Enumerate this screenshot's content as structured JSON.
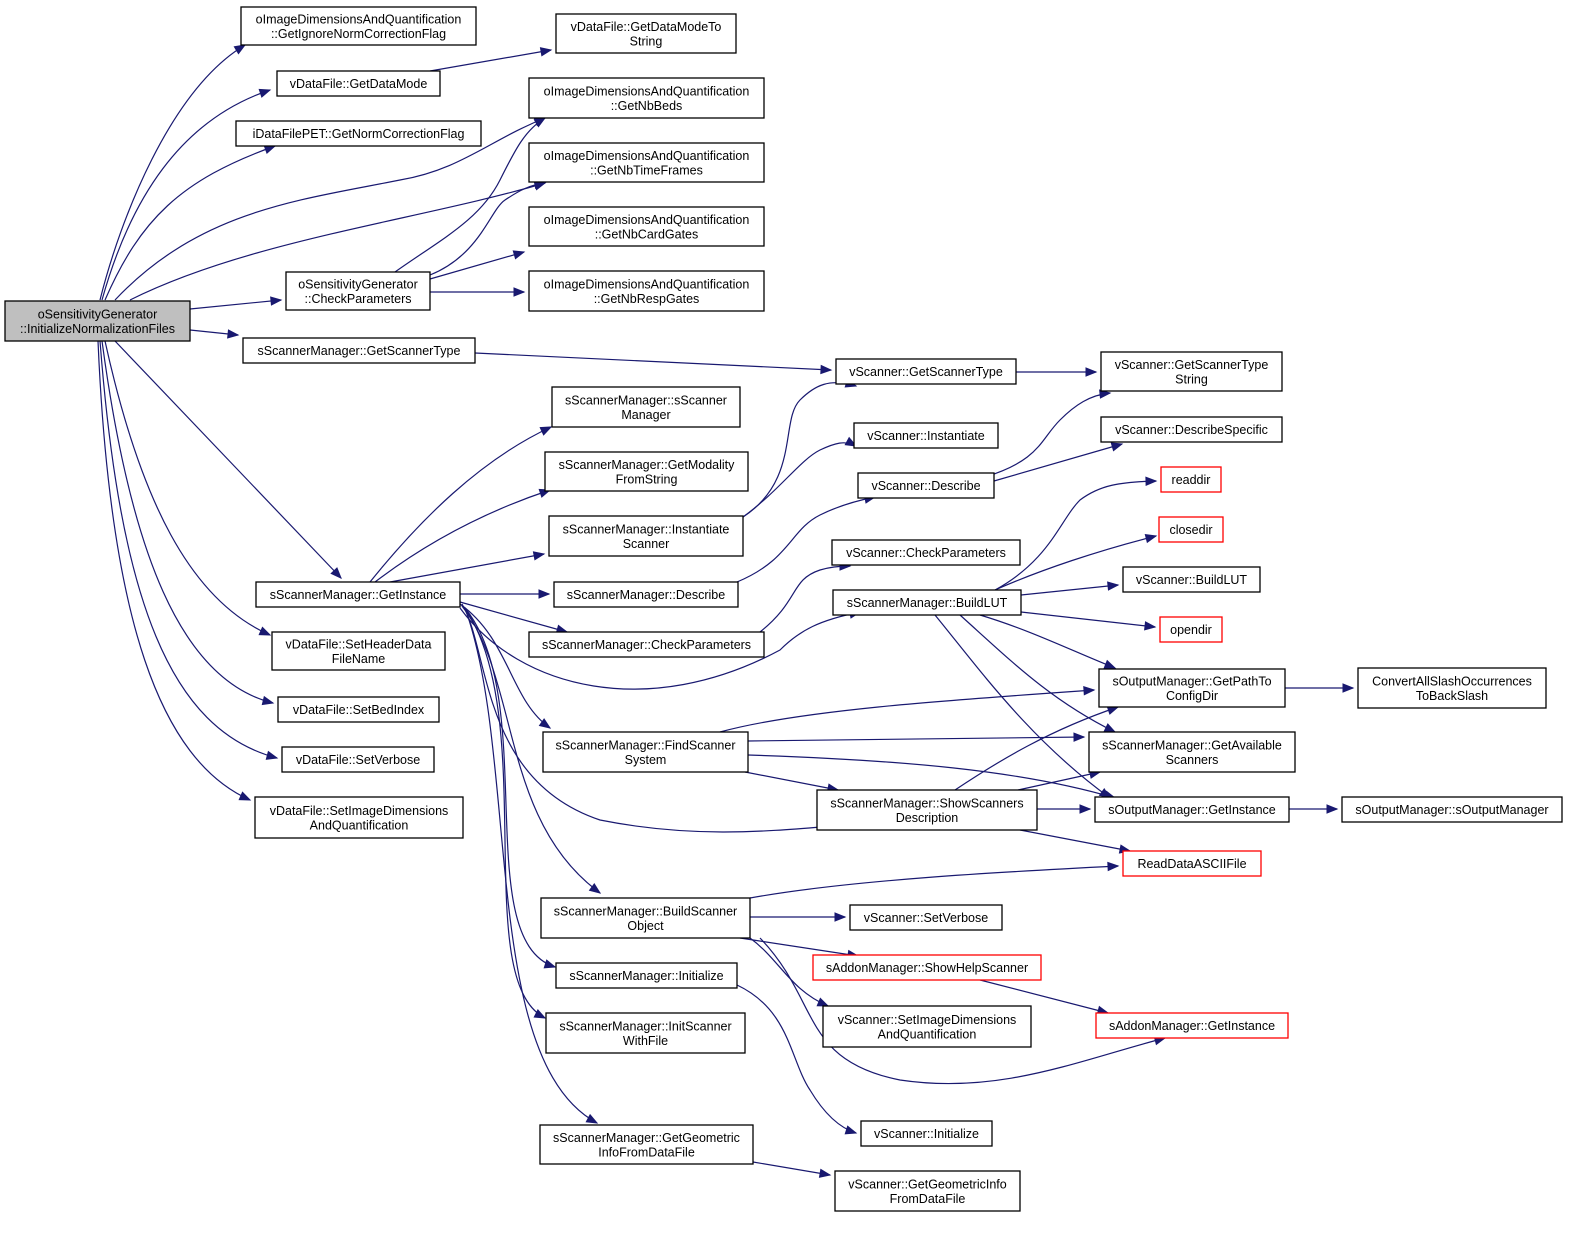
{
  "nodes": [
    {
      "id": "root",
      "lines": [
        "oSensitivityGenerator",
        "::InitializeNormalizationFiles"
      ],
      "root": true
    },
    {
      "id": "ignore_norm",
      "lines": [
        "oImageDimensionsAndQuantification",
        "::GetIgnoreNormCorrectionFlag"
      ]
    },
    {
      "id": "get_data_mode",
      "lines": [
        "vDataFile::GetDataMode"
      ]
    },
    {
      "id": "get_norm_flag",
      "lines": [
        "iDataFilePET::GetNormCorrectionFlag"
      ]
    },
    {
      "id": "check_params_sg",
      "lines": [
        "oSensitivityGenerator",
        "::CheckParameters"
      ]
    },
    {
      "id": "sm_get_scanner_type",
      "lines": [
        "sScannerManager::GetScannerType"
      ]
    },
    {
      "id": "sm_get_instance",
      "lines": [
        "sScannerManager::GetInstance"
      ]
    },
    {
      "id": "set_header",
      "lines": [
        "vDataFile::SetHeaderData",
        "FileName"
      ]
    },
    {
      "id": "set_bed",
      "lines": [
        "vDataFile::SetBedIndex"
      ]
    },
    {
      "id": "set_verbose_df",
      "lines": [
        "vDataFile::SetVerbose"
      ]
    },
    {
      "id": "set_imgdim_df",
      "lines": [
        "vDataFile::SetImageDimensions",
        "AndQuantification"
      ]
    },
    {
      "id": "data_mode_str",
      "lines": [
        "vDataFile::GetDataModeTo",
        "String"
      ]
    },
    {
      "id": "nb_beds",
      "lines": [
        "oImageDimensionsAndQuantification",
        "::GetNbBeds"
      ]
    },
    {
      "id": "nb_time",
      "lines": [
        "oImageDimensionsAndQuantification",
        "::GetNbTimeFrames"
      ]
    },
    {
      "id": "nb_card",
      "lines": [
        "oImageDimensionsAndQuantification",
        "::GetNbCardGates"
      ]
    },
    {
      "id": "nb_resp",
      "lines": [
        "oImageDimensionsAndQuantification",
        "::GetNbRespGates"
      ]
    },
    {
      "id": "sm_ctor",
      "lines": [
        "sScannerManager::sScanner",
        "Manager"
      ]
    },
    {
      "id": "sm_modality",
      "lines": [
        "sScannerManager::GetModality",
        "FromString"
      ]
    },
    {
      "id": "sm_inst_scanner",
      "lines": [
        "sScannerManager::Instantiate",
        "Scanner"
      ]
    },
    {
      "id": "sm_describe",
      "lines": [
        "sScannerManager::Describe"
      ]
    },
    {
      "id": "sm_check_params",
      "lines": [
        "sScannerManager::CheckParameters"
      ]
    },
    {
      "id": "sm_find",
      "lines": [
        "sScannerManager::FindScanner",
        "System"
      ]
    },
    {
      "id": "sm_build_obj",
      "lines": [
        "sScannerManager::BuildScanner",
        "Object"
      ]
    },
    {
      "id": "sm_initialize",
      "lines": [
        "sScannerManager::Initialize"
      ]
    },
    {
      "id": "sm_init_file",
      "lines": [
        "sScannerManager::InitScanner",
        "WithFile"
      ]
    },
    {
      "id": "sm_geom",
      "lines": [
        "sScannerManager::GetGeometric",
        "InfoFromDataFile"
      ]
    },
    {
      "id": "vs_get_type",
      "lines": [
        "vScanner::GetScannerType"
      ]
    },
    {
      "id": "vs_instantiate",
      "lines": [
        "vScanner::Instantiate"
      ]
    },
    {
      "id": "vs_describe",
      "lines": [
        "vScanner::Describe"
      ]
    },
    {
      "id": "vs_check",
      "lines": [
        "vScanner::CheckParameters"
      ]
    },
    {
      "id": "sm_build_lut",
      "lines": [
        "sScannerManager::BuildLUT"
      ]
    },
    {
      "id": "sm_show_desc",
      "lines": [
        "sScannerManager::ShowScanners",
        "Description"
      ]
    },
    {
      "id": "vs_set_verbose",
      "lines": [
        "vScanner::SetVerbose"
      ]
    },
    {
      "id": "am_show_help",
      "lines": [
        "sAddonManager::ShowHelpScanner"
      ],
      "truncated": true
    },
    {
      "id": "vs_set_imgdim",
      "lines": [
        "vScanner::SetImageDimensions",
        "AndQuantification"
      ]
    },
    {
      "id": "vs_initialize",
      "lines": [
        "vScanner::Initialize"
      ]
    },
    {
      "id": "vs_geom",
      "lines": [
        "vScanner::GetGeometricInfo",
        "FromDataFile"
      ]
    },
    {
      "id": "vs_type_str",
      "lines": [
        "vScanner::GetScannerType",
        "String"
      ]
    },
    {
      "id": "vs_describe_spec",
      "lines": [
        "vScanner::DescribeSpecific"
      ]
    },
    {
      "id": "readdir",
      "lines": [
        "readdir"
      ],
      "truncated": true
    },
    {
      "id": "closedir",
      "lines": [
        "closedir"
      ],
      "truncated": true
    },
    {
      "id": "vs_build_lut",
      "lines": [
        "vScanner::BuildLUT"
      ]
    },
    {
      "id": "opendir",
      "lines": [
        "opendir"
      ],
      "truncated": true
    },
    {
      "id": "om_path",
      "lines": [
        "sOutputManager::GetPathTo",
        "ConfigDir"
      ]
    },
    {
      "id": "sm_available",
      "lines": [
        "sScannerManager::GetAvailable",
        "Scanners"
      ]
    },
    {
      "id": "om_instance",
      "lines": [
        "sOutputManager::GetInstance"
      ]
    },
    {
      "id": "read_ascii",
      "lines": [
        "ReadDataASCIIFile"
      ],
      "truncated": true
    },
    {
      "id": "am_instance",
      "lines": [
        "sAddonManager::GetInstance"
      ],
      "truncated": true
    },
    {
      "id": "convert_slash",
      "lines": [
        "ConvertAllSlashOccurrences",
        "ToBackSlash"
      ]
    },
    {
      "id": "om_ctor",
      "lines": [
        "sOutputManager::sOutputManager"
      ]
    }
  ],
  "edges": [
    [
      "root",
      "ignore_norm"
    ],
    [
      "root",
      "get_data_mode"
    ],
    [
      "root",
      "get_norm_flag"
    ],
    [
      "root",
      "nb_beds"
    ],
    [
      "root",
      "nb_time"
    ],
    [
      "root",
      "check_params_sg"
    ],
    [
      "root",
      "sm_get_scanner_type"
    ],
    [
      "root",
      "sm_get_instance"
    ],
    [
      "root",
      "set_header"
    ],
    [
      "root",
      "set_bed"
    ],
    [
      "root",
      "set_verbose_df"
    ],
    [
      "root",
      "set_imgdim_df"
    ],
    [
      "get_data_mode",
      "data_mode_str"
    ],
    [
      "check_params_sg",
      "nb_beds"
    ],
    [
      "check_params_sg",
      "nb_time"
    ],
    [
      "check_params_sg",
      "nb_card"
    ],
    [
      "check_params_sg",
      "nb_resp"
    ],
    [
      "sm_get_scanner_type",
      "vs_get_type"
    ],
    [
      "vs_get_type",
      "vs_type_str"
    ],
    [
      "sm_get_instance",
      "sm_ctor"
    ],
    [
      "sm_get_instance",
      "sm_modality"
    ],
    [
      "sm_get_instance",
      "sm_inst_scanner"
    ],
    [
      "sm_get_instance",
      "sm_describe"
    ],
    [
      "sm_get_instance",
      "sm_check_params"
    ],
    [
      "sm_get_instance",
      "sm_build_lut"
    ],
    [
      "sm_get_instance",
      "sm_find"
    ],
    [
      "sm_get_instance",
      "sm_show_desc"
    ],
    [
      "sm_get_instance",
      "sm_build_obj"
    ],
    [
      "sm_get_instance",
      "sm_initialize"
    ],
    [
      "sm_get_instance",
      "sm_init_file"
    ],
    [
      "sm_get_instance",
      "sm_geom"
    ],
    [
      "sm_inst_scanner",
      "vs_get_type"
    ],
    [
      "sm_inst_scanner",
      "vs_instantiate"
    ],
    [
      "sm_describe",
      "vs_describe"
    ],
    [
      "vs_describe",
      "vs_type_str"
    ],
    [
      "vs_describe",
      "vs_describe_spec"
    ],
    [
      "sm_check_params",
      "vs_check"
    ],
    [
      "sm_build_lut",
      "readdir"
    ],
    [
      "sm_build_lut",
      "closedir"
    ],
    [
      "sm_build_lut",
      "vs_build_lut"
    ],
    [
      "sm_build_lut",
      "opendir"
    ],
    [
      "sm_build_lut",
      "om_path"
    ],
    [
      "sm_build_lut",
      "sm_available"
    ],
    [
      "sm_build_lut",
      "om_instance"
    ],
    [
      "sm_find",
      "om_path"
    ],
    [
      "sm_find",
      "sm_available"
    ],
    [
      "sm_find",
      "om_instance"
    ],
    [
      "sm_find",
      "sm_show_desc"
    ],
    [
      "sm_show_desc",
      "om_path"
    ],
    [
      "sm_show_desc",
      "sm_available"
    ],
    [
      "sm_show_desc",
      "om_instance"
    ],
    [
      "sm_show_desc",
      "read_ascii"
    ],
    [
      "sm_build_obj",
      "read_ascii"
    ],
    [
      "sm_build_obj",
      "vs_set_verbose"
    ],
    [
      "sm_build_obj",
      "am_show_help"
    ],
    [
      "sm_build_obj",
      "vs_set_imgdim"
    ],
    [
      "sm_build_obj",
      "am_instance"
    ],
    [
      "am_show_help",
      "am_instance"
    ],
    [
      "sm_initialize",
      "vs_initialize"
    ],
    [
      "sm_geom",
      "vs_geom"
    ],
    [
      "om_path",
      "convert_slash"
    ],
    [
      "om_instance",
      "om_ctor"
    ]
  ]
}
